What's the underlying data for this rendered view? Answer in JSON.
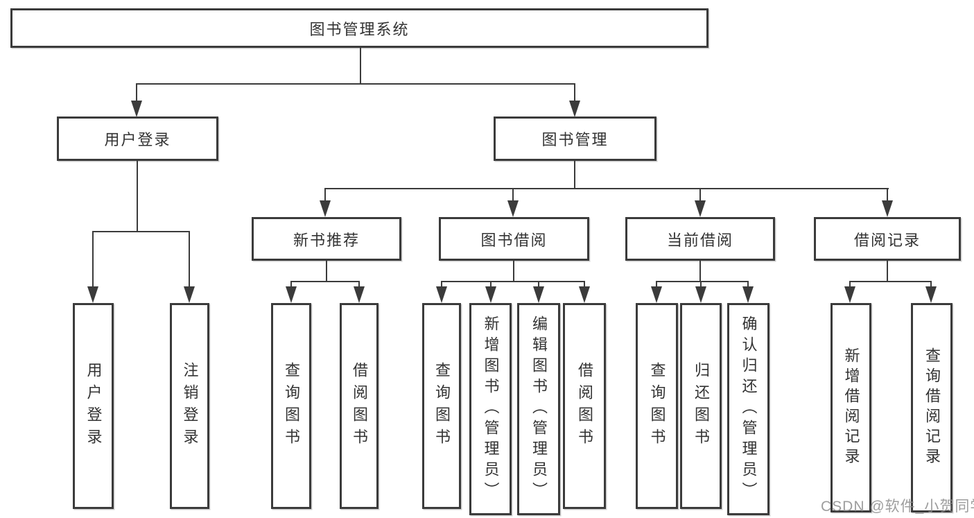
{
  "diagram": {
    "root": {
      "label": "图书管理系统"
    },
    "branches": [
      {
        "label": "用户登录",
        "children": [
          {
            "label": "用户登录"
          },
          {
            "label": "注销登录"
          }
        ]
      },
      {
        "label": "图书管理",
        "children": [
          {
            "label": "新书推荐",
            "children": [
              {
                "label": "查询图书"
              },
              {
                "label": "借阅图书"
              }
            ]
          },
          {
            "label": "图书借阅",
            "children": [
              {
                "label": "查询图书"
              },
              {
                "label": "新增图书（管理员）"
              },
              {
                "label": "编辑图书（管理员）"
              },
              {
                "label": "借阅图书"
              }
            ]
          },
          {
            "label": "当前借阅",
            "children": [
              {
                "label": "查询图书"
              },
              {
                "label": "归还图书"
              },
              {
                "label": "确认归还（管理员）"
              }
            ]
          },
          {
            "label": "借阅记录",
            "children": [
              {
                "label": "新增借阅记录"
              },
              {
                "label": "查询借阅记录"
              }
            ]
          }
        ]
      }
    ],
    "watermark": "CSDN @软件_小贺同学",
    "colors": {
      "line": "#3b3b3b",
      "box_border": "#3b3b3b",
      "text": "#333333",
      "watermark": "#8c8c8c",
      "background": "#ffffff"
    }
  }
}
